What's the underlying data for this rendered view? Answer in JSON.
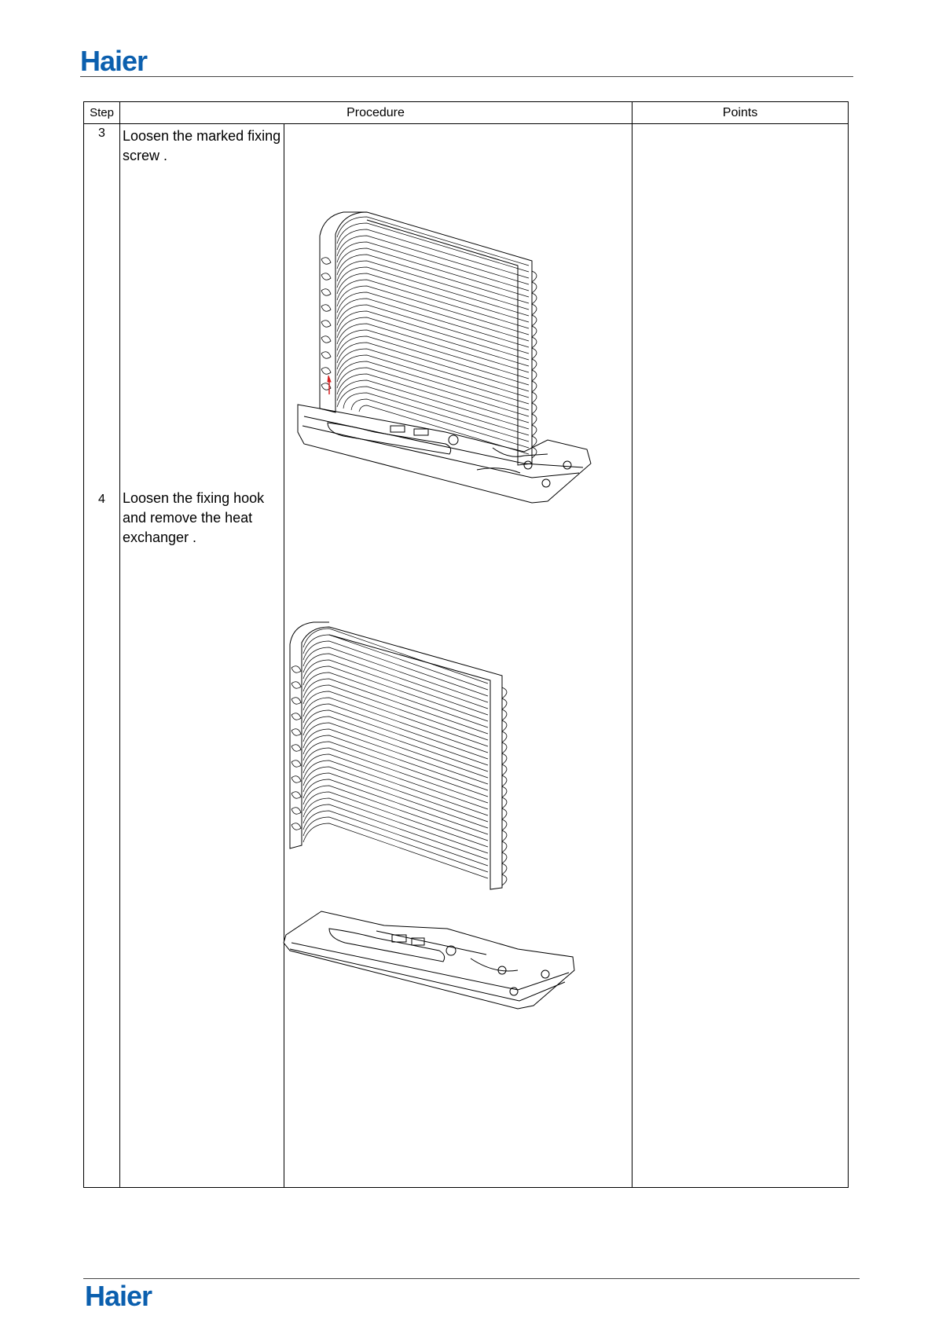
{
  "header": {
    "logo": "Haier"
  },
  "footer": {
    "logo": "Haier"
  },
  "table": {
    "columns": {
      "step": "Step",
      "procedure": "Procedure",
      "points": "Points"
    },
    "rows": [
      {
        "step": "3",
        "text": "Loosen the marked fixing\n screw .",
        "figure": "heat-exchanger-with-marked-screw"
      },
      {
        "step": "4",
        "text": " Loosen the fixing hook\n and remove the heat\nexchanger .",
        "figure": "heat-exchanger-removed-from-base"
      }
    ]
  },
  "colors": {
    "brand": "#0b5fae",
    "marker": "#d62020"
  }
}
